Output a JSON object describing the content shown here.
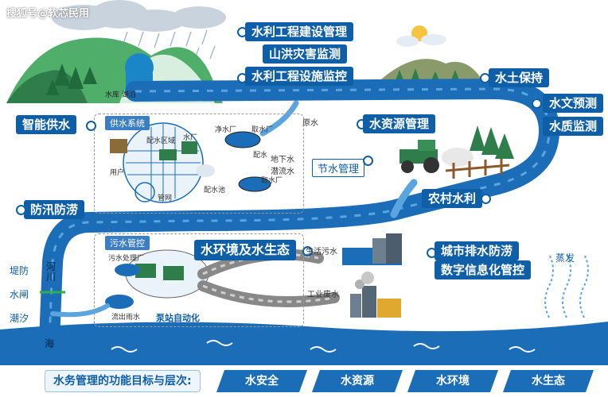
{
  "watermark": "搜狐号@软芯民用",
  "labels": {
    "construction": "水利工程建设管理",
    "flood_monitor": "山洪灾害监测",
    "facility_monitor": "水利工程设施监控",
    "soil": "水土保持",
    "hydro_forecast": "水文预测",
    "quality": "水质监测",
    "resource": "水资源管理",
    "smart_supply": "智能供水",
    "rural": "农村水利",
    "flood_control": "防汛防涝",
    "environment": "水环境及水生态",
    "city_drain_1": "城市排水防涝",
    "city_drain_2": "数字信息化管控",
    "save_water": "节水管理"
  },
  "supply": {
    "title": "供水系统",
    "user": "用户",
    "distribution_area": "配水区域",
    "plant": "水厂",
    "clean_plant": "净水厂",
    "intake": "取水厂",
    "raw_water": "原水",
    "network": "管网",
    "pool": "配水池",
    "groundwater": "地下水\n潜流水",
    "distribution": "配水",
    "intake2": "取水厂"
  },
  "sewage": {
    "title": "污水管控",
    "treatment": "污水处理厂",
    "outflow": "流出雨水",
    "pump": "泵站自动化",
    "domestic": "生活污水",
    "industrial": "工业废水"
  },
  "misc": {
    "reservoir": "水库 湖泊",
    "evaporation": "蒸发",
    "dike": "堤防",
    "sluice": "水闸",
    "tidal": "潮汐",
    "river": "河川",
    "sea": "海"
  },
  "bottom": {
    "title": "水务管理的功能目标与层次:",
    "goals": [
      "水安全",
      "水资源",
      "水环境",
      "水生态"
    ]
  },
  "colors": {
    "river": "#1b6db8",
    "river_light": "#5aa4e0",
    "label_bg": "#0f5ea8",
    "mountain": "#4fae6a",
    "mountain_dark": "#2e7d4a"
  }
}
